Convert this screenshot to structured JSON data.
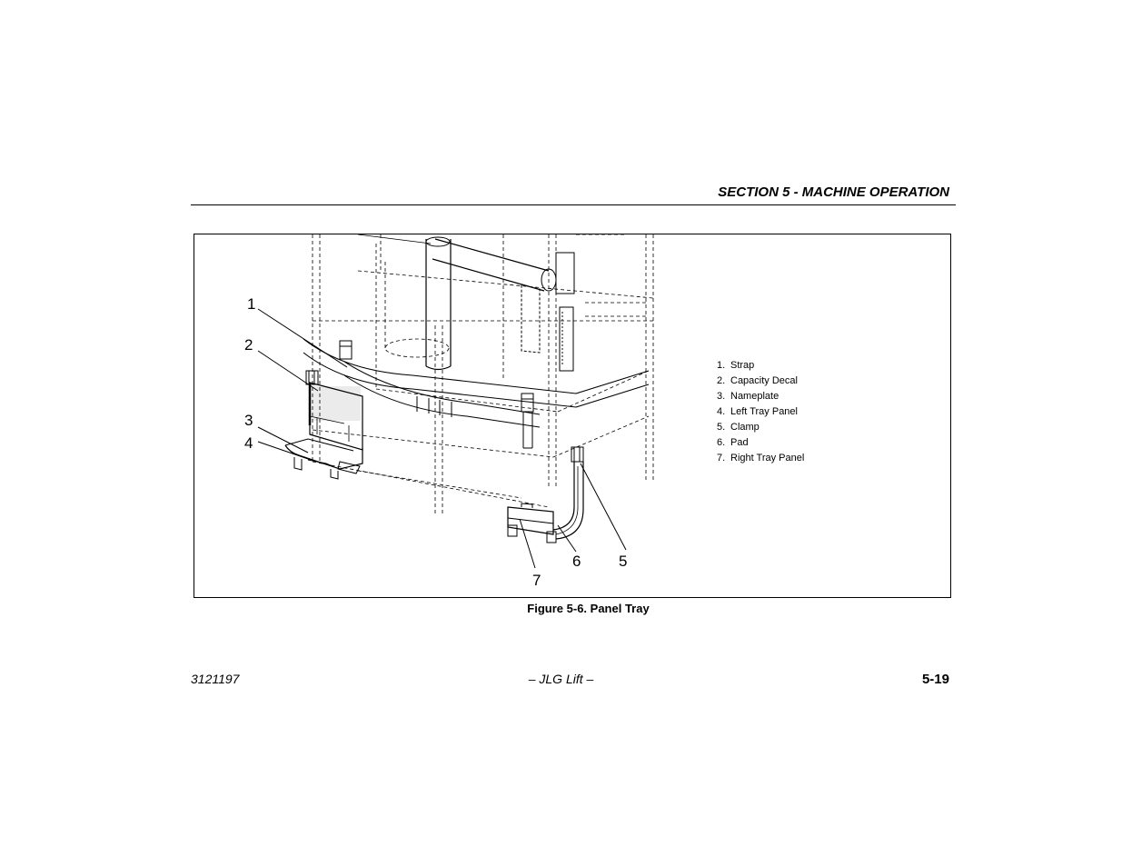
{
  "header": {
    "section_title": "SECTION 5 - MACHINE OPERATION"
  },
  "figure": {
    "caption": "Figure 5-6. Panel Tray",
    "callouts": [
      "1",
      "2",
      "3",
      "4",
      "5",
      "6",
      "7"
    ],
    "legend": [
      {
        "num": "1.",
        "label": "Strap"
      },
      {
        "num": "2.",
        "label": "Capacity Decal"
      },
      {
        "num": "3.",
        "label": "Nameplate"
      },
      {
        "num": "4.",
        "label": "Left Tray Panel"
      },
      {
        "num": "5.",
        "label": "Clamp"
      },
      {
        "num": "6.",
        "label": "Pad"
      },
      {
        "num": "7.",
        "label": "Right Tray Panel"
      }
    ]
  },
  "footer": {
    "doc_number": "3121197",
    "center": "– JLG Lift –",
    "page_number": "5-19"
  }
}
